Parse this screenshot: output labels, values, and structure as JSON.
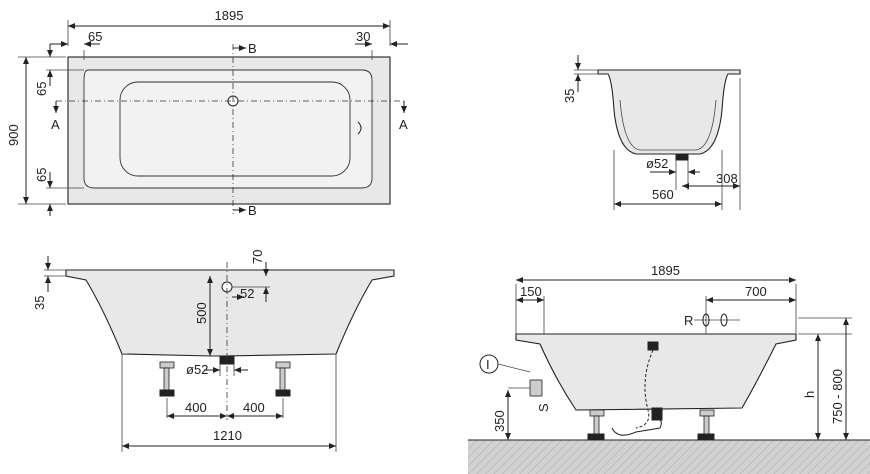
{
  "top_view": {
    "length": "1895",
    "edge_left": "65",
    "edge_right": "30",
    "edge_top": "65",
    "edge_bottom": "65",
    "width": "900",
    "section_a": "A",
    "section_b": "B"
  },
  "end_view": {
    "rim": "35",
    "drain": "ø52",
    "drain_offset": "308",
    "base_width": "560"
  },
  "side_view": {
    "rim": "35",
    "drain_rise": "70",
    "drain_pos": "52",
    "depth": "500",
    "drain": "ø52",
    "leg_left": "400",
    "leg_right": "400",
    "base_width": "1210"
  },
  "install_view": {
    "length": "1895",
    "offset_left": "150",
    "offset_right": "700",
    "overflow": "R",
    "marker_i": "I",
    "marker_s": "S",
    "floor_to_waste": "350",
    "height_symbol": "h",
    "height_range": "750 - 800"
  },
  "colors": {
    "fill": "#e8e8e8",
    "line": "#222222",
    "floor": "#cfcfcf"
  }
}
